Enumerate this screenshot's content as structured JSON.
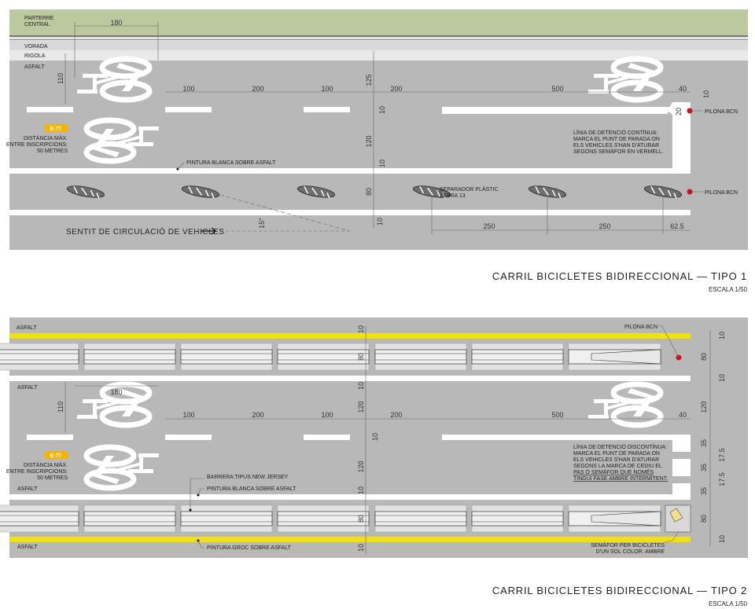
{
  "colors": {
    "green": "#bcc89d",
    "asphalt": "#b8b8b8",
    "yellow": "#f2e10a",
    "pilona": "#d0101a",
    "badge": "#f5b400"
  },
  "diagram1": {
    "layers": {
      "parterre_1": "PARTERRE",
      "parterre_2": "CENTRAL",
      "vorada": "VORADA",
      "rigola": "RIGOLA",
      "asfalt": "ASFALT"
    },
    "badge": "E-77",
    "distance_note": [
      "DISTÀNCIA MÀX.",
      "ENTRE INSCRIPCIONS:",
      "50 METRES"
    ],
    "paint_note": "PINTURA BLANCA SOBRE ASFALT",
    "separator_note": [
      "SEPARADOR PLÀSTIC",
      "ZEBRA 13"
    ],
    "pilona_1": "PILONA BCN",
    "pilona_2": "PILONA BCN",
    "stop_note": [
      "LÍNIA DE DETENCIÓ CONTÍNUA:",
      "MARCA EL PUNT DE PARADA ON",
      "ELS VEHICLES S'HAN D'ATURAR",
      "SEGONS SEMÀFOR EN VERMELL."
    ],
    "direction": "SENTIT DE CIRCULACIÓ DE VEHICLES",
    "dims": {
      "bike_width": "180",
      "bike_height": "110",
      "dash1": "100",
      "gap1": "200",
      "dash2": "100",
      "gap2": "200",
      "line": "500",
      "end": "40",
      "v125": "125",
      "v10a": "10",
      "v120": "120",
      "v10b": "10",
      "v80": "80",
      "v10c": "10",
      "v10d": "10",
      "v20": "20",
      "angle": "15°",
      "s1": "250",
      "s2": "250",
      "s3": "62.5"
    },
    "title": "CARRIL BICICLETES BIDIRECCIONAL — TIPO 1",
    "scale": "ESCALA 1/50"
  },
  "diagram2": {
    "asfalt_1": "ASFALT",
    "asfalt_2": "ASFALT",
    "asfalt_3": "ASFALT",
    "asfalt_4": "ASFALT",
    "badge": "E-77",
    "distance_note": [
      "DISTÀNCIA MÀX.",
      "ENTRE INSCRIPCIONS:",
      "50 METRES"
    ],
    "barrier_note": "BARRERA TIPUS NEW JERSEY",
    "white_paint_note": "PINTURA BLANCA SOBRE ASFALT",
    "yellow_paint_note": "PINTURA GROC SOBRE ASFALT",
    "pilona": "PILONA BCN",
    "semafor_note": [
      "SEMÀFOR PER BICICLETES",
      "D'UN SOL COLOR: AMBRE"
    ],
    "stop_note": [
      "LÍNIA DE DETENCIÓ DISCONTÍNUA:",
      "MARCA EL PUNT DE PARADA ON",
      "ELS VEHICLES S'HAN D'ATURAR",
      "SEGONS LA MARCA DE CEDIU EL",
      "PAS O SEMÀFOR QUE NOMÉS",
      "TINGUI FASE AMBRE INTERMITENT."
    ],
    "dims": {
      "bike_width": "180",
      "bike_height": "110",
      "dash1": "100",
      "gap1": "200",
      "dash2": "100",
      "gap2": "200",
      "line": "500",
      "end": "40",
      "c10a": "10",
      "c80a": "80",
      "c10b": "10",
      "c120a": "120",
      "c10c": "10",
      "c120b": "120",
      "c10d": "10",
      "c80b": "80",
      "c10e": "10",
      "r10a": "10",
      "r80a": "80",
      "r10b": "10",
      "r120": "120",
      "r35a": "35",
      "r35b": "35",
      "r35c": "35",
      "r175a": "17.5",
      "r175b": "17.5",
      "r80b": "80",
      "r10c": "10"
    },
    "title": "CARRIL BICICLETES BIDIRECCIONAL — TIPO 2",
    "scale": "ESCALA 1/50"
  }
}
